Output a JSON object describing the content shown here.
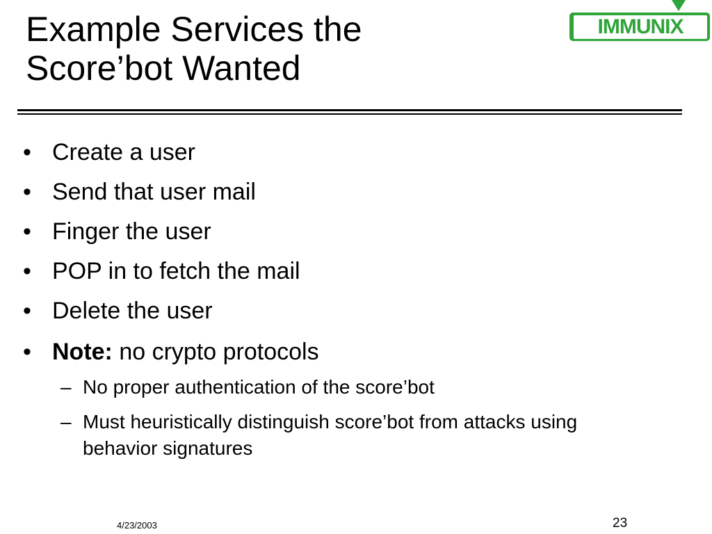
{
  "slide": {
    "title_line1": "Example Services the",
    "title_line2": "Score’bot Wanted",
    "logo_text": "IMMUNIX",
    "bullets": [
      "Create a user",
      "Send that user mail",
      "Finger the user",
      "POP in to fetch the mail",
      "Delete the user"
    ],
    "note_label": "Note:",
    "note_text": " no crypto protocols",
    "sub_bullets": [
      "No proper authentication of the score’bot",
      "Must heuristically distinguish score’bot from attacks using behavior signatures"
    ],
    "bullet_symbol": "•",
    "dash_symbol": "–"
  },
  "footer": {
    "date": "4/23/2003",
    "page_number": "23"
  },
  "colors": {
    "logo_green": "#2fa43a"
  }
}
